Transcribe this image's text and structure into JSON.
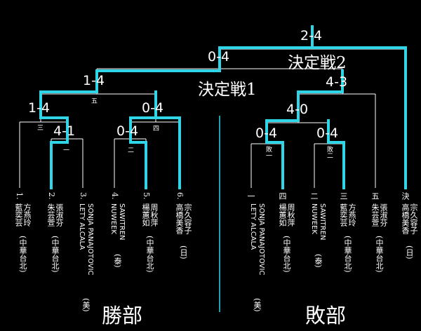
{
  "scores": {
    "final2": "2-4",
    "final1_left": "0-4",
    "r3_left": "1-4",
    "r3_right": "4-3",
    "r2_a": "1-4",
    "r2_b": "0-4",
    "r2_right": "4-0",
    "r1_23": "4-1",
    "r1_45": "0-4",
    "l1_a": "0-4",
    "l1_b": "0-4"
  },
  "labels": {
    "final1": "決定戦1",
    "final2": "決定戦2",
    "winners": "勝部",
    "losers": "敗部"
  },
  "markers": {
    "five": "五",
    "three": "三",
    "one": "一",
    "two": "二",
    "four": "四",
    "loss_one": "敗一",
    "loss_two": "敗二"
  },
  "winners": [
    {
      "seed": "1.",
      "pair": [
        "方燕玲",
        "藍奕芸"
      ],
      "team": "(中華台北)"
    },
    {
      "seed": "2.",
      "pair": [
        "張淑芬",
        "朱芸萱"
      ],
      "team": "(中華台北)"
    },
    {
      "seed": "3.",
      "pair": [
        "SONJA PANAJOTOVIC",
        "LETY ALCALA"
      ],
      "team": "(美)"
    },
    {
      "seed": "4.",
      "pair": [
        "SAWITREN",
        "NUWEEK"
      ],
      "team": "(泰)"
    },
    {
      "seed": "5.",
      "pair": [
        "周秋萍",
        "楊蕙如"
      ],
      "team": "(中華台北)"
    },
    {
      "seed": "6.",
      "pair": [
        "宗久容子",
        "高橋美香"
      ],
      "team": "(日)"
    }
  ],
  "losers": [
    {
      "seed": "一",
      "pair": [
        "SONJA PANAJOTOVIC",
        "LETY ALCALA"
      ],
      "team": "(美)"
    },
    {
      "seed": "四",
      "pair": [
        "周秋萍",
        "楊蕙如"
      ],
      "team": "(中華台北)"
    },
    {
      "seed": "二",
      "pair": [
        "SAWITREN",
        "NUWEEK"
      ],
      "team": "(泰)"
    },
    {
      "seed": "三",
      "pair": [
        "方燕玲",
        "藍奕芸"
      ],
      "team": "(中華台北)"
    },
    {
      "seed": "五",
      "pair": [
        "張淑芬",
        "朱芸萱"
      ],
      "team": "(中華台北)"
    },
    {
      "seed": "決",
      "pair": [
        "宗久容子",
        "高橋美香"
      ],
      "team": "(日)"
    }
  ],
  "colors": {
    "background": "#000000",
    "line": "#ffffff",
    "highlight": "#2fd6e8"
  }
}
